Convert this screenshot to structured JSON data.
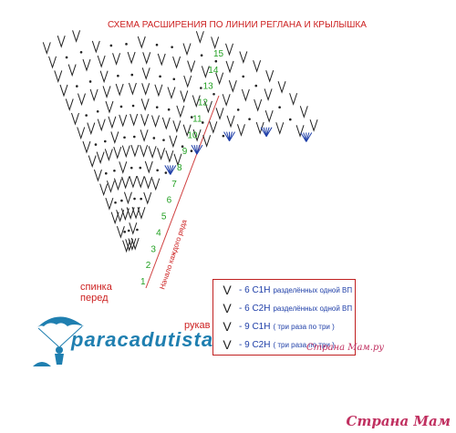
{
  "title": "СХЕМА РАСШИРЕНИЯ ПО ЛИНИИ РЕГЛАНА И КРЫЛЫШКА",
  "labels": {
    "back": "спинка",
    "front": "перед",
    "sleeve": "рукав",
    "row_start": "Начало каждого ряда"
  },
  "row_numbers": [
    "1",
    "2",
    "3",
    "4",
    "5",
    "6",
    "7",
    "8",
    "9",
    "10",
    "11",
    "12",
    "13",
    "14",
    "15"
  ],
  "legend": [
    {
      "symbol": "V",
      "code": "- 6 С1Н",
      "desc": "разделённых одной ВП"
    },
    {
      "symbol": "V",
      "code": "- 6 С2Н",
      "desc": "разделённых одной ВП"
    },
    {
      "symbol": "V",
      "code": "- 9 С1Н",
      "desc": "( три раза по три )"
    },
    {
      "symbol": "V",
      "code": "- 9 С2Н",
      "desc": "( три раза по три )"
    }
  ],
  "logo": "paracadutista",
  "watermark": "Страна Мам.ру",
  "footer_watermark": "Страна Мам",
  "colors": {
    "title": "#cc1f1f",
    "row_numbers": "#22a022",
    "legend_text": "#1f3fa8",
    "logo": "#1f7fb0",
    "watermark": "#c03060"
  }
}
